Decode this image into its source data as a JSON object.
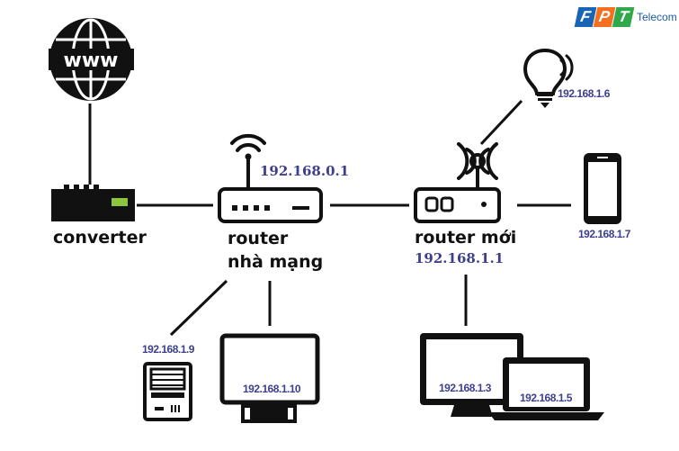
{
  "brand": {
    "letters": [
      "F",
      "P",
      "T"
    ],
    "text": "Telecom",
    "colors": [
      "#1a64b4",
      "#f37021",
      "#2fa94a"
    ]
  },
  "nodes": {
    "internet": {
      "icon": "www-globe-icon",
      "text": "www"
    },
    "converter": {
      "label": "converter"
    },
    "isp_router": {
      "label_line1": "router",
      "label_line2": "nhà mạng",
      "ip": "192.168.0.1"
    },
    "new_router": {
      "label": "router mới",
      "ip": "192.168.1.1"
    },
    "bulb": {
      "ip": "192.168.1.6"
    },
    "phone": {
      "ip": "192.168.1.7"
    },
    "server": {
      "ip": "192.168.1.9"
    },
    "monitor_small": {
      "ip": "192.168.1.10"
    },
    "desktop": {
      "ip": "192.168.1.3"
    },
    "laptop": {
      "ip": "192.168.1.5"
    }
  },
  "colors": {
    "ip_text": "#3d3f8c",
    "device": "#111111",
    "accent_green": "#8cc63f"
  }
}
